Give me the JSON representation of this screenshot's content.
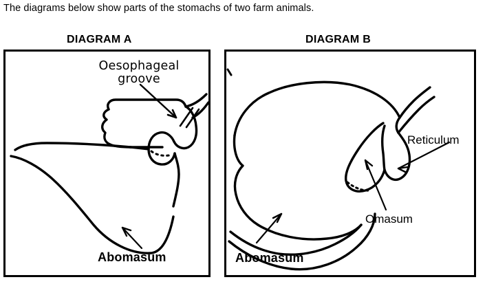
{
  "intro": {
    "text": "The diagrams below show parts of the stomachs of two farm animals."
  },
  "diagrams": [
    {
      "id": "a",
      "title": "DIAGRAM A",
      "labels": [
        {
          "name": "oesophageal-groove",
          "text": "Oesophageal\ngroove",
          "line1": "Oesophageal",
          "line2": "groove",
          "style": "rounded"
        },
        {
          "name": "abomasum",
          "text": "Abomasum",
          "style": "bold"
        }
      ]
    },
    {
      "id": "b",
      "title": "DIAGRAM B",
      "labels": [
        {
          "name": "reticulum",
          "text": "Reticulum",
          "style": "plain"
        },
        {
          "name": "omasum",
          "text": "Omasum",
          "style": "plain"
        },
        {
          "name": "abomasum",
          "text": "Abomasum",
          "style": "bold"
        }
      ]
    }
  ],
  "colors": {
    "ink": "#000000",
    "background": "#ffffff",
    "border": "#000000"
  }
}
